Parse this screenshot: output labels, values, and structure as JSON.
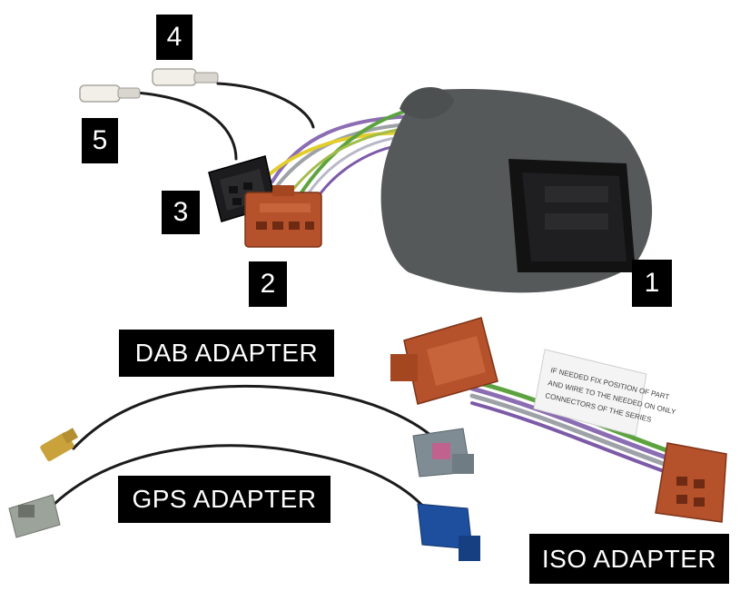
{
  "labels": {
    "n1": "1",
    "n2": "2",
    "n3": "3",
    "n4": "4",
    "n5": "5",
    "dab": "DAB ADAPTER",
    "gps": "GPS ADAPTER",
    "iso": "ISO ADAPTER"
  },
  "sticker_lines": [
    "IF NEEDED FIX POSITION OF PART",
    "AND WIRE TO THE NEEDED ON ONLY",
    "CONNECTORS OF THE SERIES"
  ],
  "colors": {
    "label_bg": "#000000",
    "label_text": "#ffffff",
    "foam": "#56595a",
    "connector_orange": "#b5512b",
    "connector_black": "#1c1c1e",
    "fakra_blue": "#1d4f9e",
    "fakra_grey": "#7f8c93",
    "fakra_pink": "#c0628d",
    "wire_green": "#5ca33f",
    "wire_yellow": "#e2cd2b",
    "wire_violet": "#8b6db3",
    "wire_grey": "#9ea2a8",
    "cable_black": "#1b1b1b",
    "gold": "#c9a23c"
  }
}
